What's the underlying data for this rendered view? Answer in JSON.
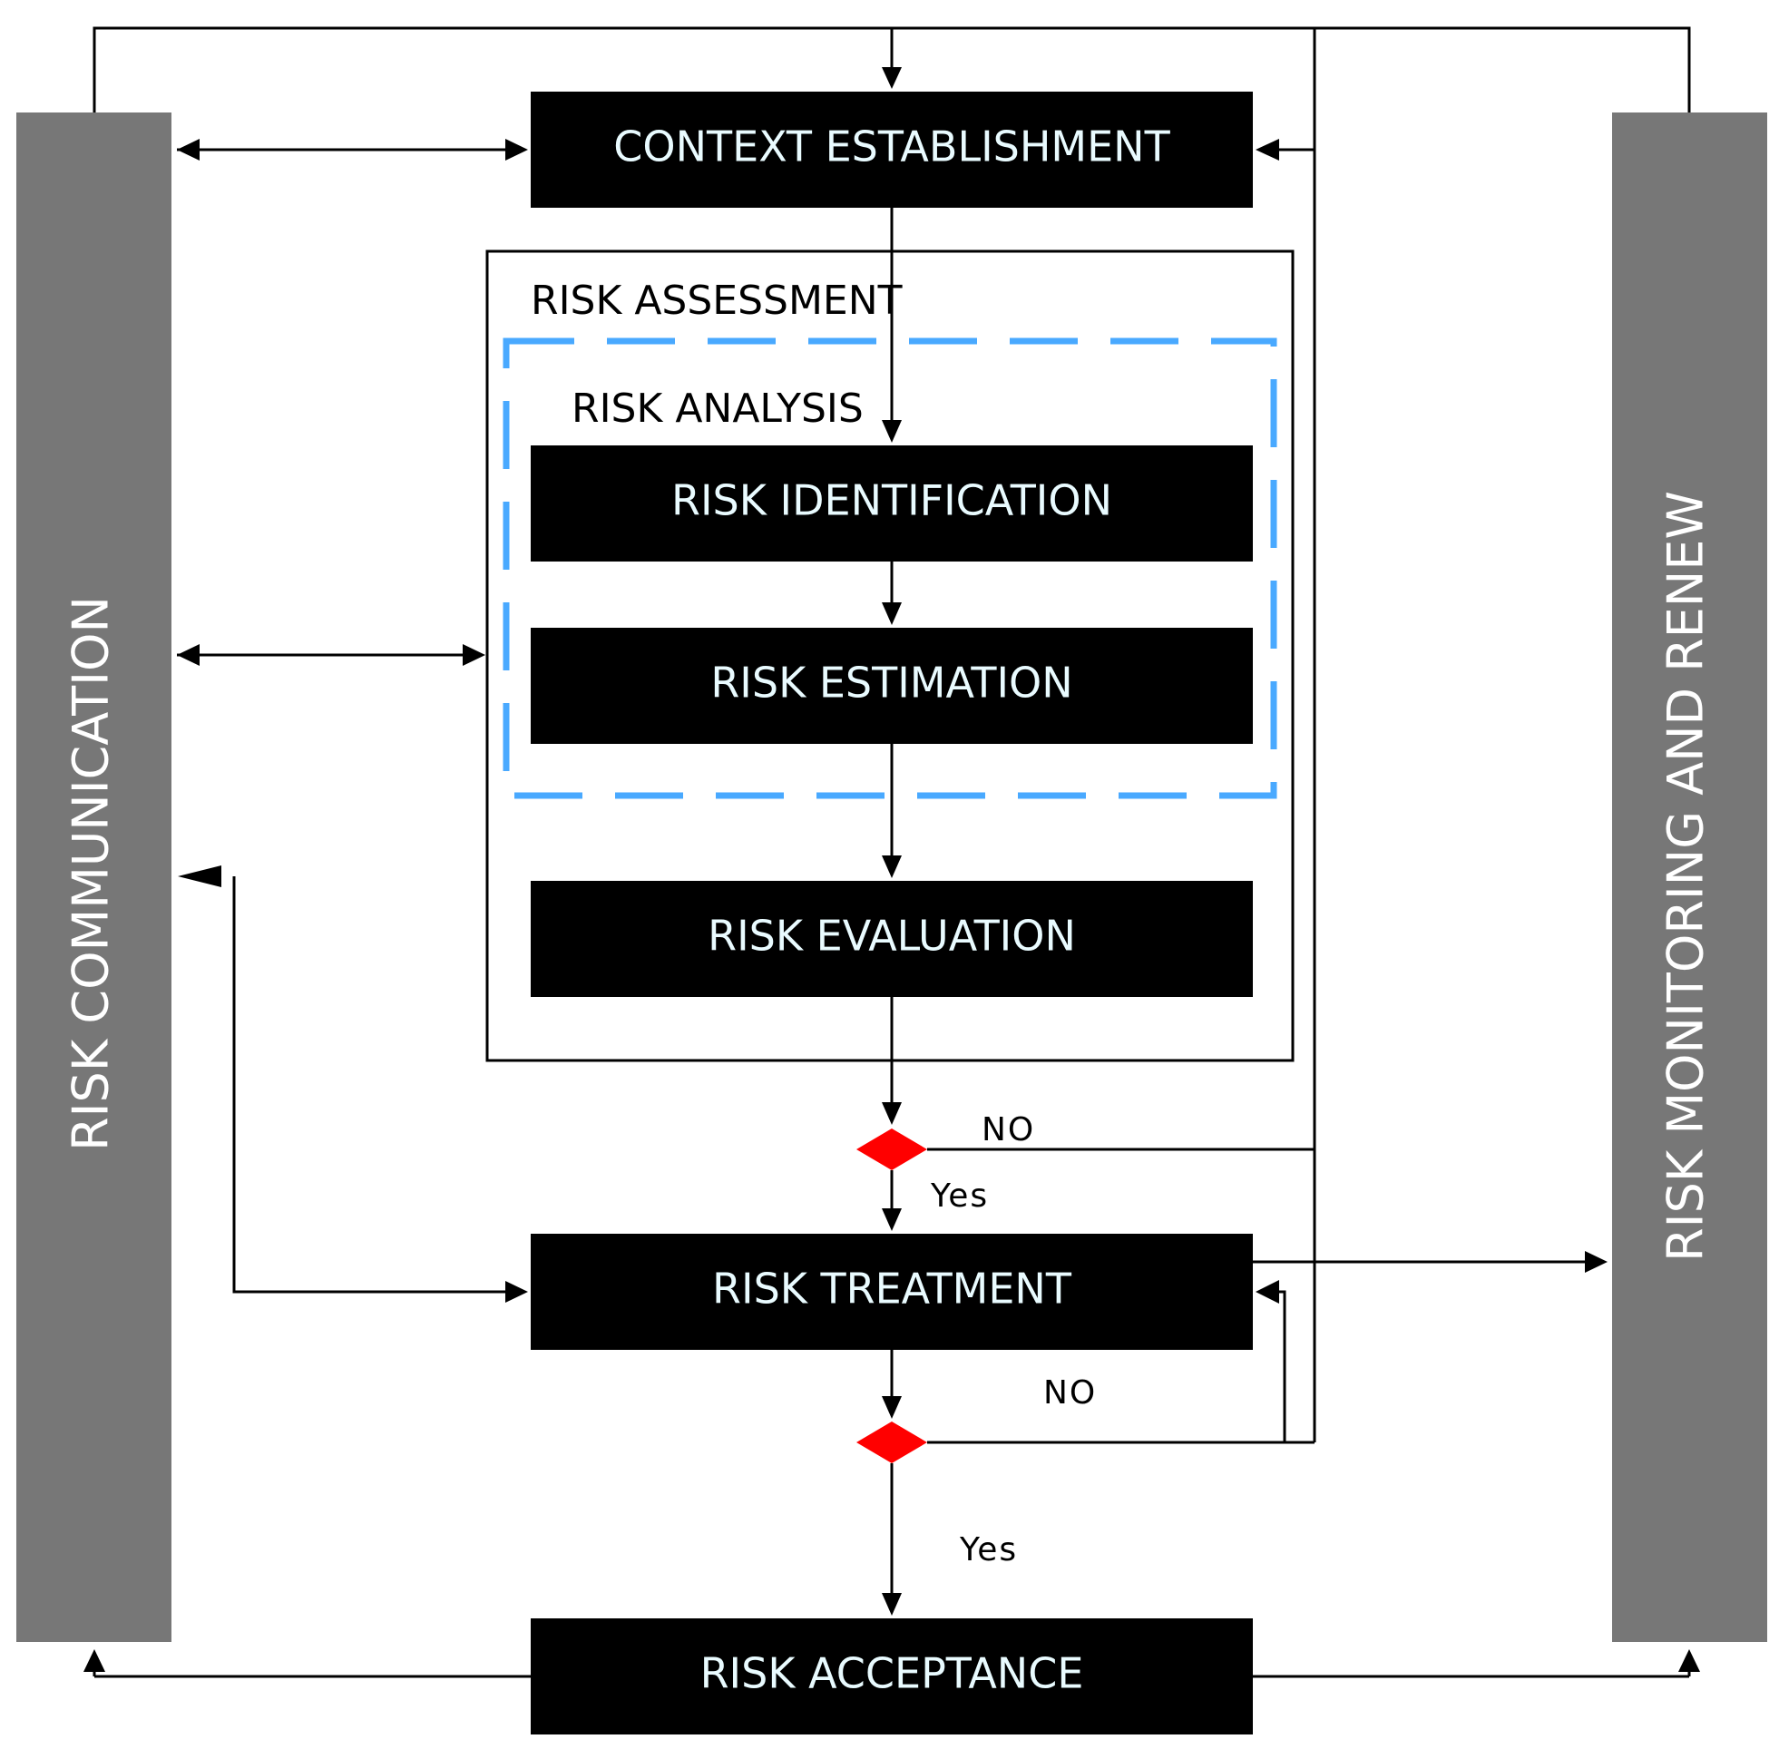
{
  "diagram": {
    "colors": {
      "boxes": "#000000",
      "box_text": "#e9fbff",
      "sidebars": "#777777",
      "sidebar_text": "#ffffff",
      "dashed_frame": "#49a9ff",
      "decisions": "#ff0000"
    },
    "sidebars": {
      "left": "RISK COMMUNICATION",
      "right": "RISK MONITORING AND RENEW"
    },
    "groups": {
      "assessment": "RISK ASSESSMENT",
      "analysis": "RISK ANALYSIS"
    },
    "boxes": {
      "context": "CONTEXT ESTABLISHMENT",
      "identification": "RISK IDENTIFICATION",
      "estimation": "RISK ESTIMATION",
      "evaluation": "RISK EVALUATION",
      "treatment": "RISK TREATMENT",
      "acceptance": "RISK ACCEPTANCE"
    },
    "decision_labels": {
      "d1_no": "NO",
      "d1_yes": "Yes",
      "d2_no": "NO",
      "d2_yes": "Yes"
    }
  }
}
